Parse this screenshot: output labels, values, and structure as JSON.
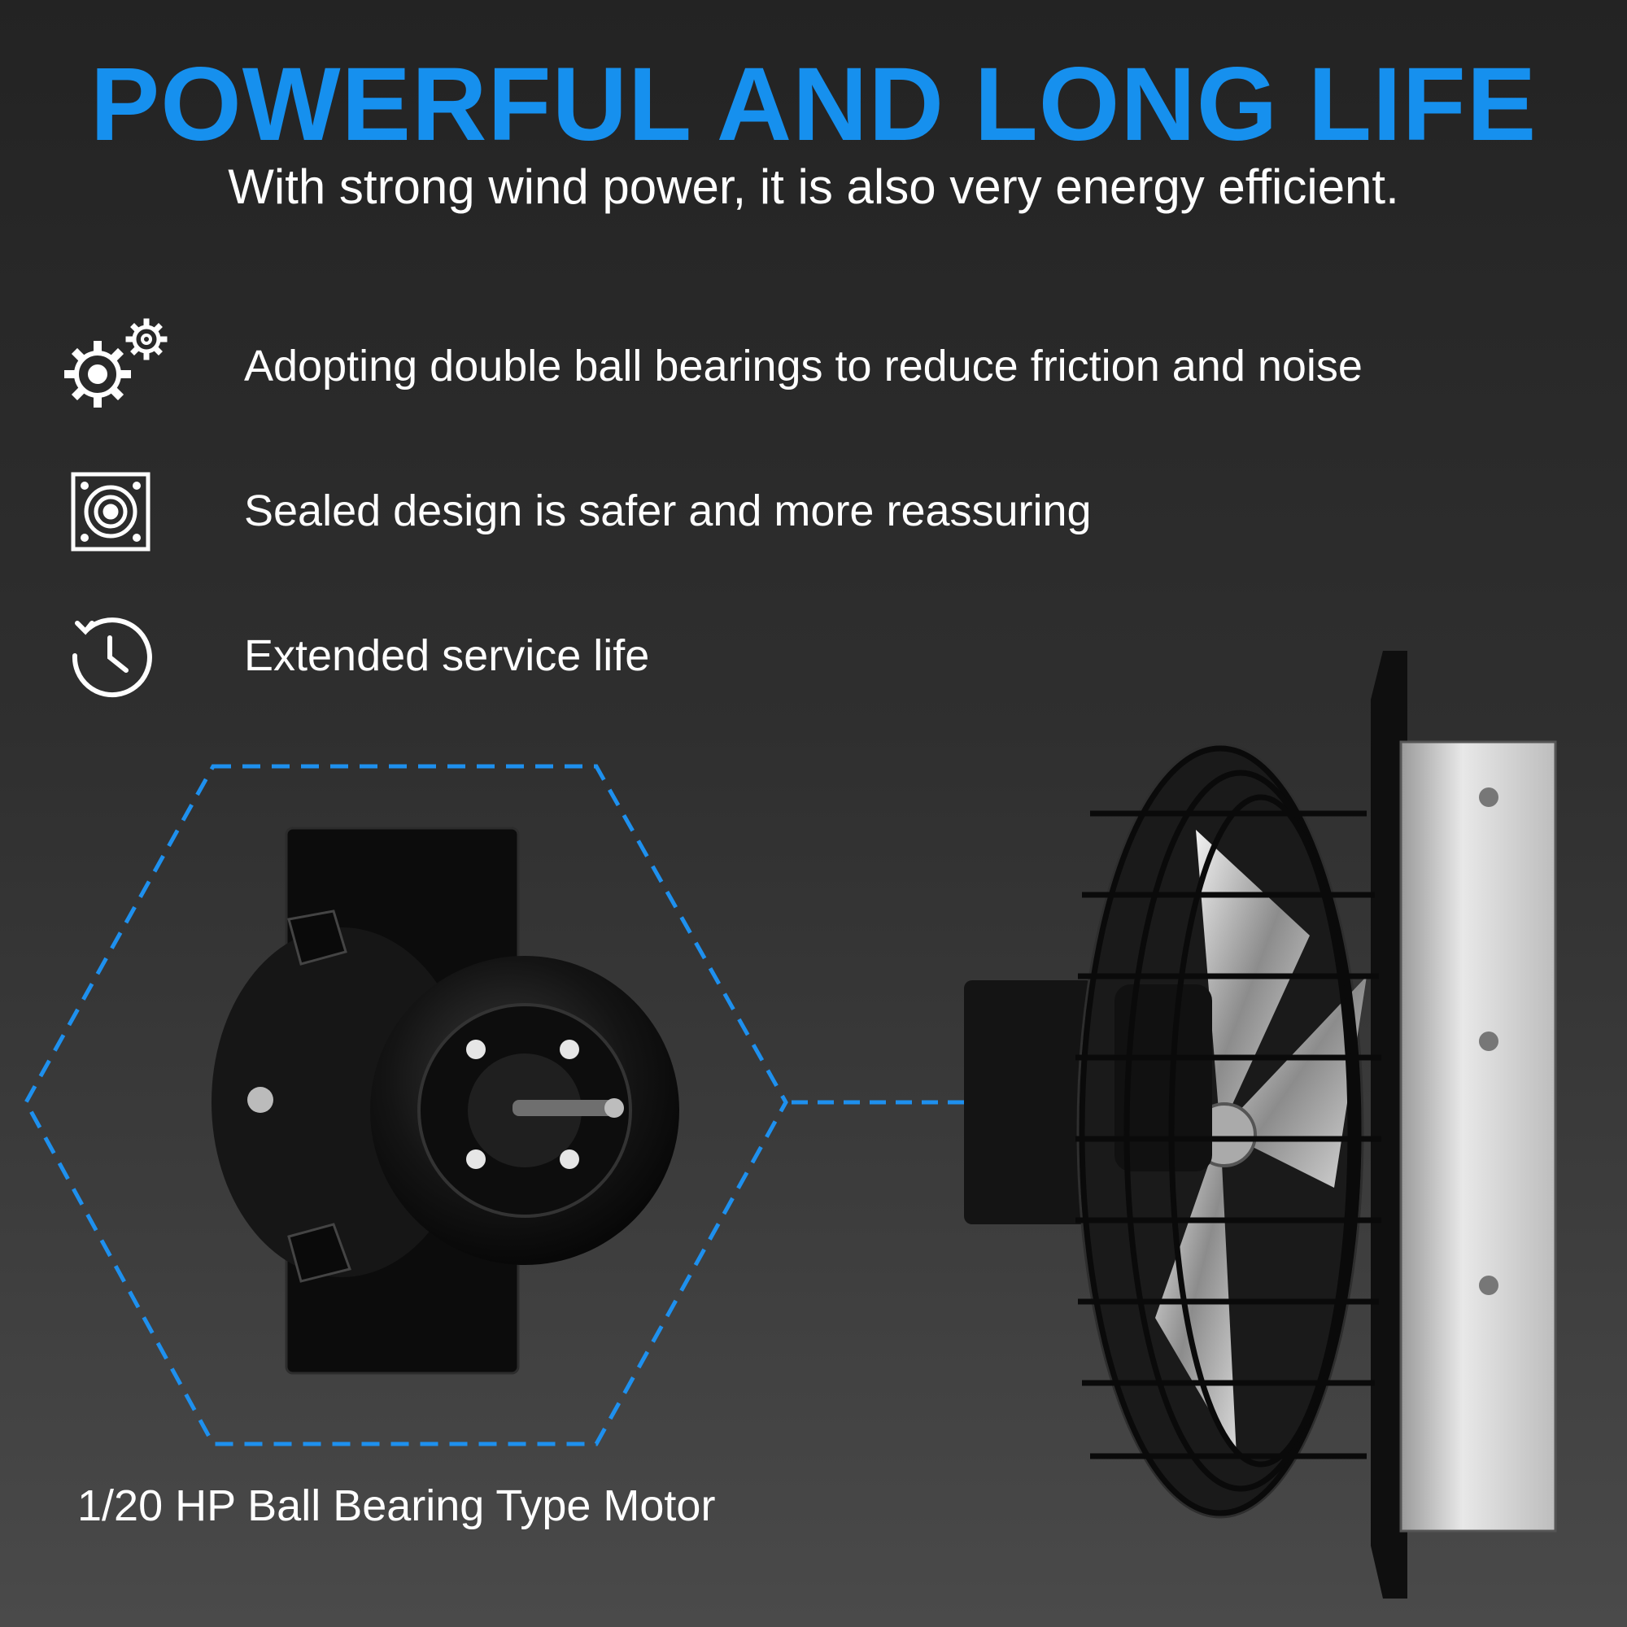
{
  "headline": {
    "text": "POWERFUL AND LONG LIFE",
    "color": "#1690ee"
  },
  "subheadline": "With strong wind power, it is also very energy efficient.",
  "features": [
    {
      "icon": "gears-icon",
      "text": "Adopting double ball bearings to reduce friction and noise"
    },
    {
      "icon": "sealed-box-icon",
      "text": "Sealed design is safer and more reassuring"
    },
    {
      "icon": "clock-icon",
      "text": "Extended service life"
    }
  ],
  "motor_caption": "1/20 HP Ball Bearing Type Motor",
  "accent_color": "#1e90ee"
}
